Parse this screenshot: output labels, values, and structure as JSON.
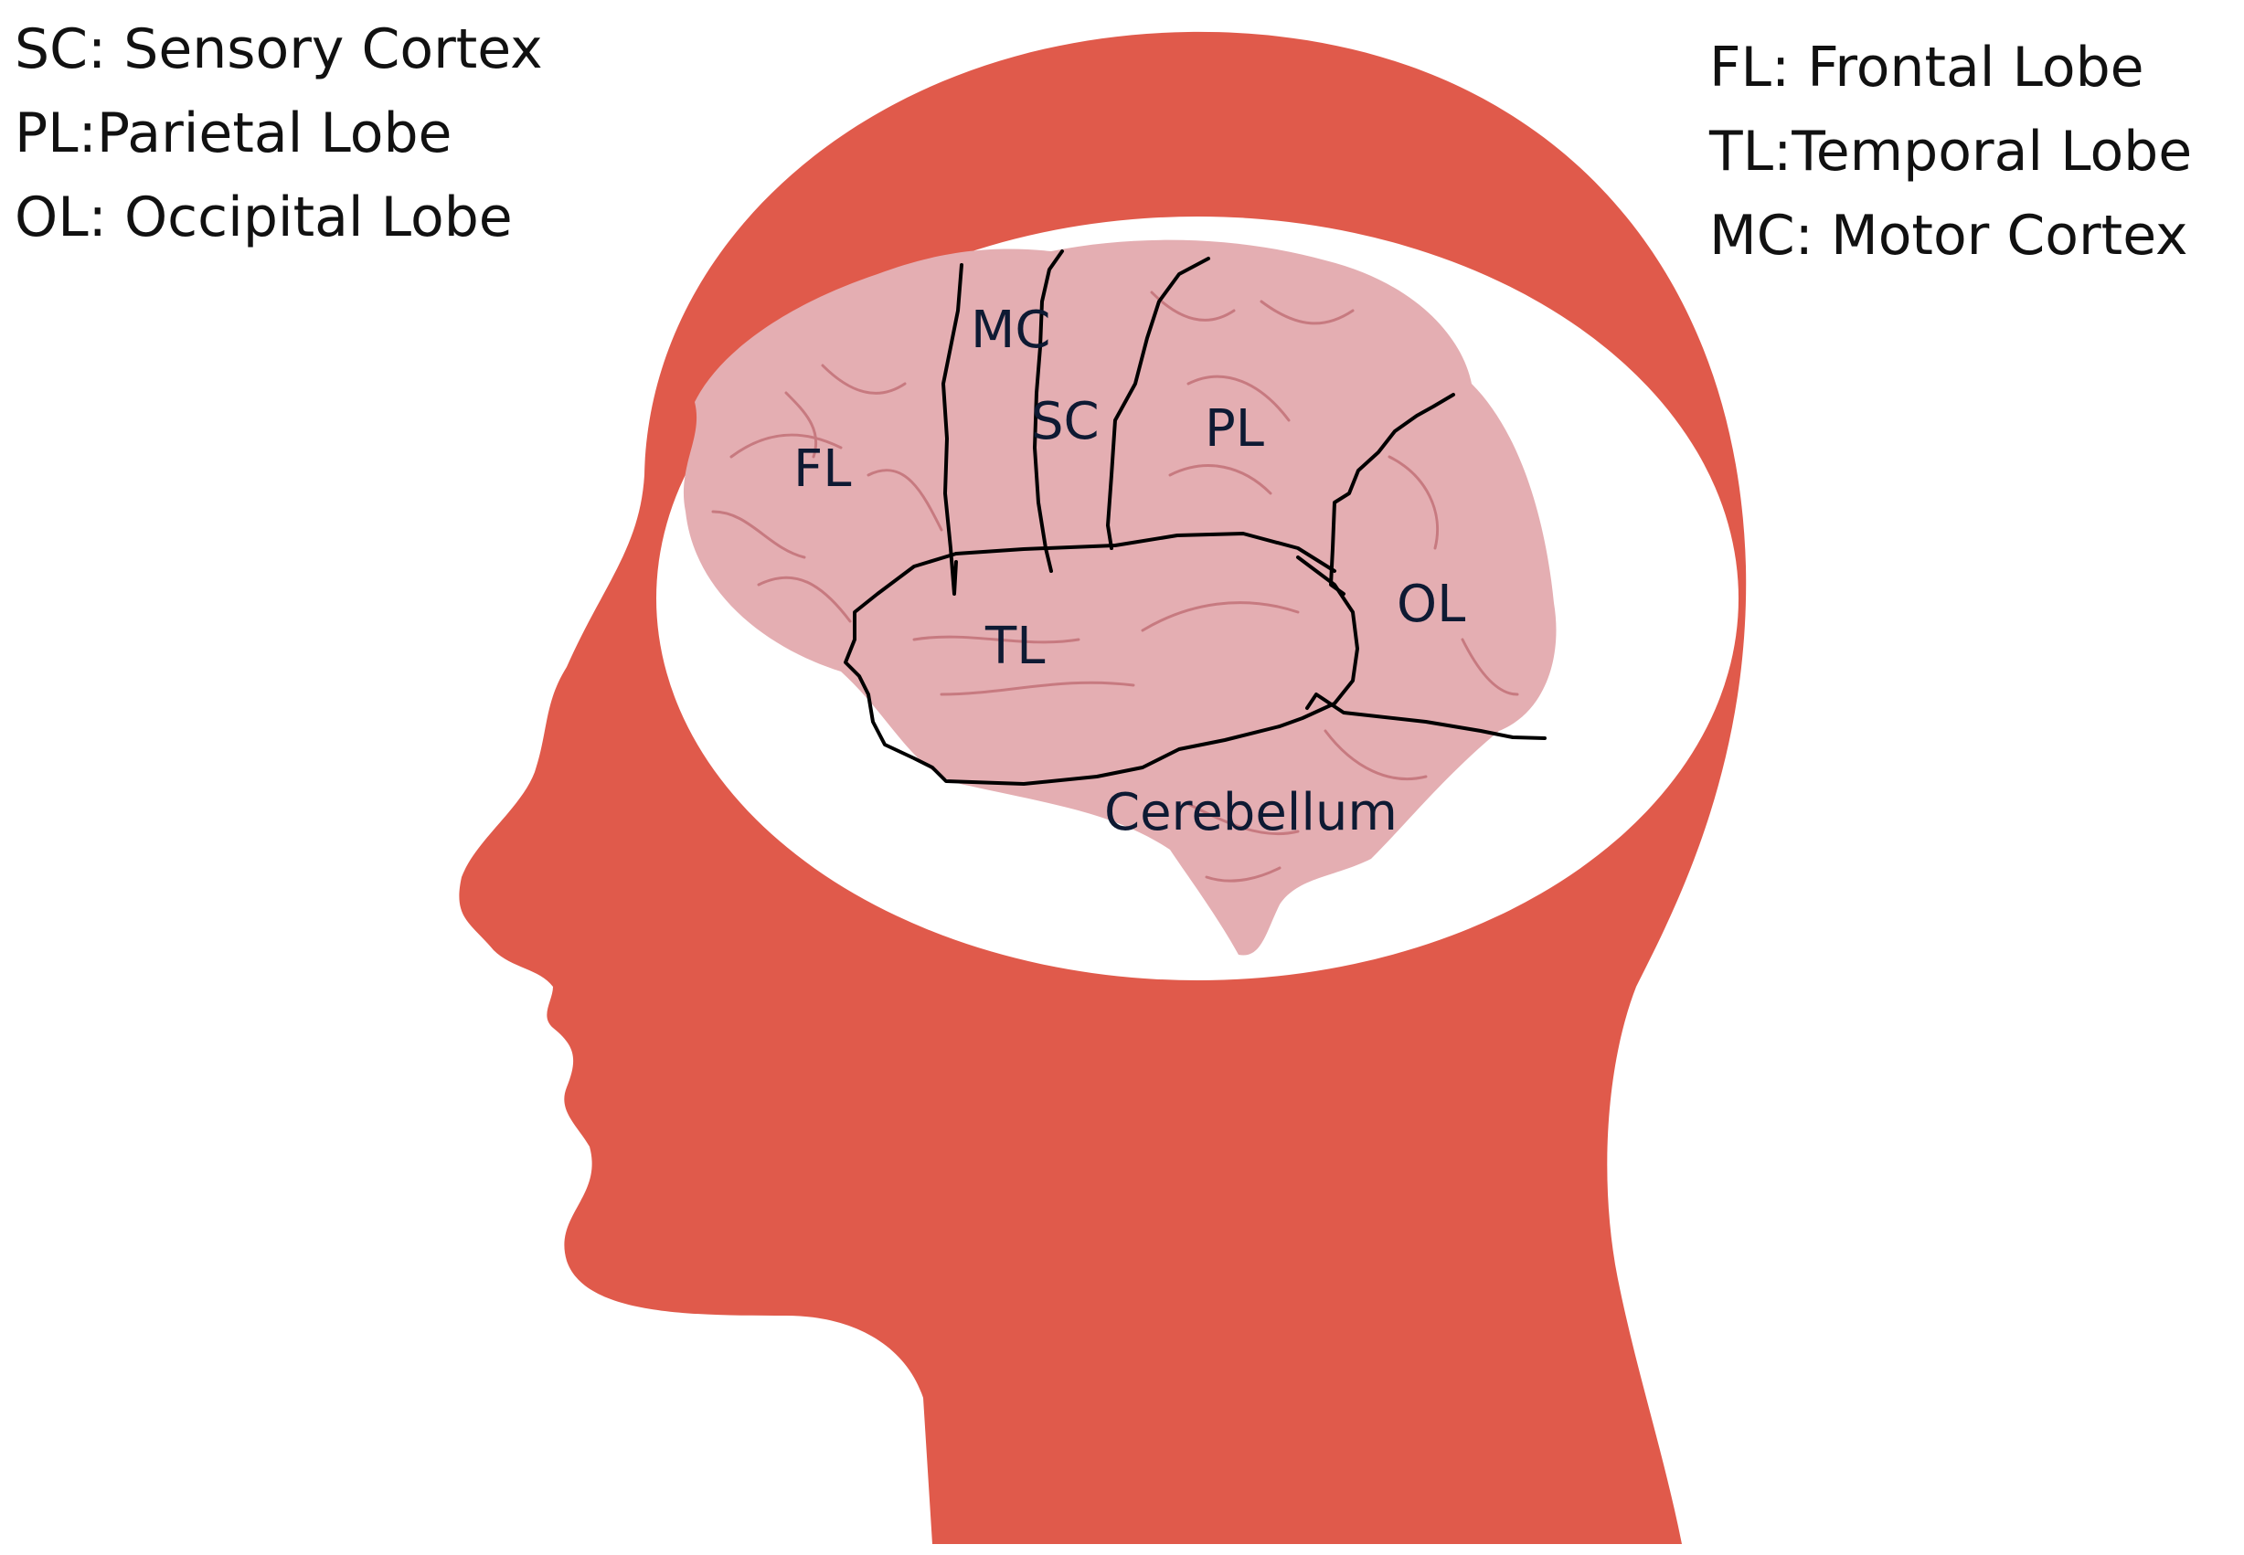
{
  "legend_left": [
    {
      "text": "SC: Sensory Cortex"
    },
    {
      "text": "PL:Parietal Lobe"
    },
    {
      "text": "OL: Occipital Lobe"
    }
  ],
  "legend_right": [
    {
      "text": "FL: Frontal Lobe"
    },
    {
      "text": "TL:Temporal Lobe"
    },
    {
      "text": "MC: Motor Cortex"
    }
  ],
  "regions": {
    "fl": "FL",
    "mc": "MC",
    "sc": "SC",
    "pl": "PL",
    "tl": "TL",
    "ol": "OL",
    "cerebellum": "Cerebellum"
  },
  "colors": {
    "head": "#e05a4b",
    "brain": "#e4aeb2",
    "gyri": "#c77a80",
    "boundary": "#000000",
    "label": "#0e1a33"
  }
}
